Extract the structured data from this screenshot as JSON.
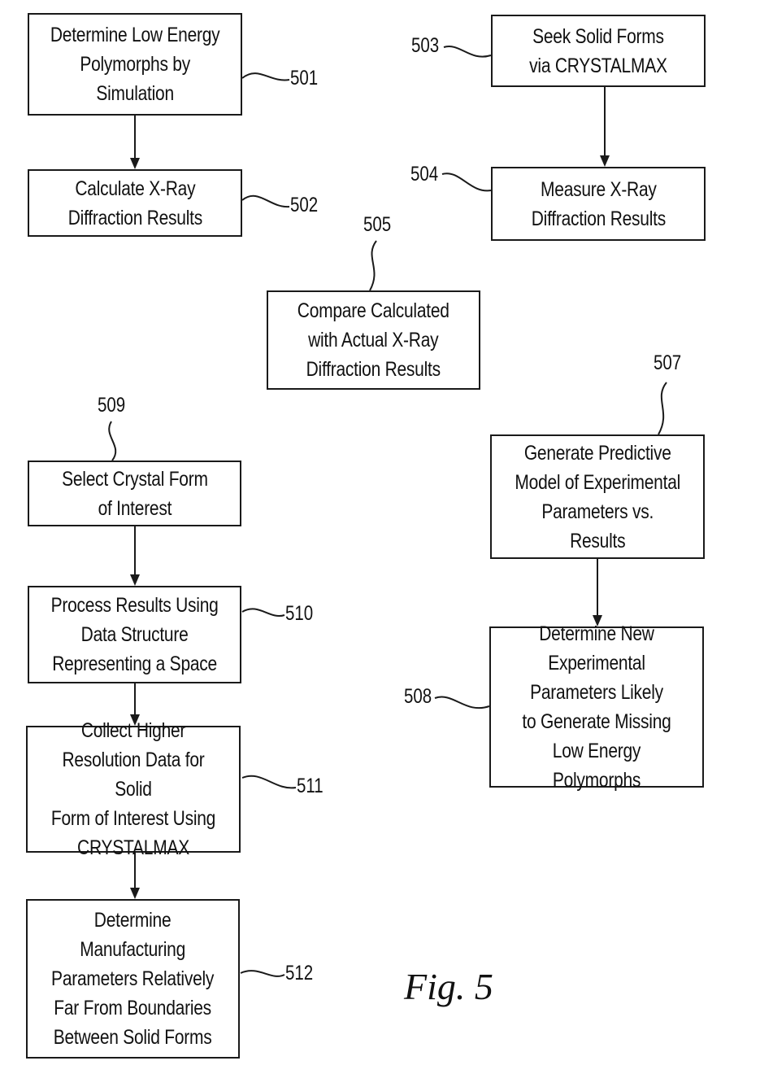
{
  "figure_label": "Fig. 5",
  "nodes": {
    "n501": {
      "ref": "501",
      "text": "Determine Low Energy\nPolymorphs by\nSimulation"
    },
    "n502": {
      "ref": "502",
      "text": "Calculate X-Ray\nDiffraction Results"
    },
    "n503": {
      "ref": "503",
      "text": "Seek Solid Forms\nvia CRYSTALMAX"
    },
    "n504": {
      "ref": "504",
      "text": "Measure X-Ray\nDiffraction Results"
    },
    "n505": {
      "ref": "505",
      "text": "Compare Calculated\nwith Actual X-Ray\nDiffraction Results"
    },
    "n507": {
      "ref": "507",
      "text": "Generate Predictive\nModel of Experimental\nParameters vs.\nResults"
    },
    "n508": {
      "ref": "508",
      "text": "Determine New\nExperimental\nParameters Likely\nto Generate Missing\nLow Energy Polymorphs"
    },
    "n509": {
      "ref": "509",
      "text": "Select Crystal Form\nof Interest"
    },
    "n510": {
      "ref": "510",
      "text": "Process Results Using\nData Structure\nRepresenting a Space"
    },
    "n511": {
      "ref": "511",
      "text": "Collect Higher\nResolution Data for Solid\nForm of Interest Using\nCRYSTALMAX"
    },
    "n512": {
      "ref": "512",
      "text": "Determine\nManufacturing\nParameters Relatively\nFar From Boundaries\nBetween Solid Forms"
    }
  },
  "edges": [
    {
      "from": "501",
      "to": "502"
    },
    {
      "from": "503",
      "to": "504"
    },
    {
      "from": "507",
      "to": "508"
    },
    {
      "from": "509",
      "to": "510"
    },
    {
      "from": "510",
      "to": "511"
    },
    {
      "from": "511",
      "to": "512"
    }
  ]
}
